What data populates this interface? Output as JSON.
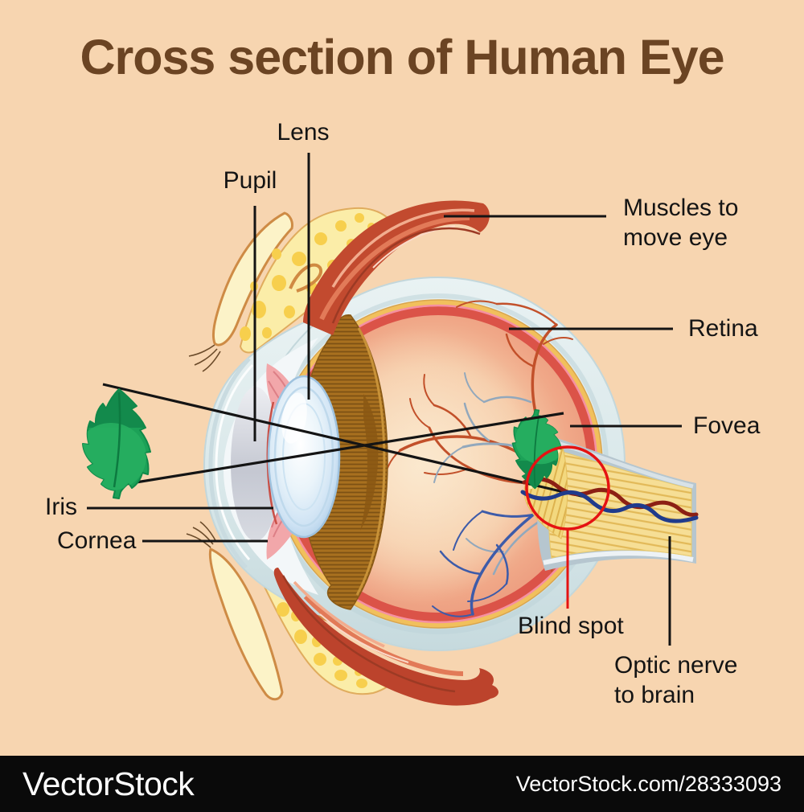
{
  "title": "Cross section of Human Eye",
  "labels": {
    "lens": "Lens",
    "pupil": "Pupil",
    "muscles": "Muscles to move eye",
    "retina": "Retina",
    "fovea": "Fovea",
    "iris": "Iris",
    "cornea": "Cornea",
    "blind_spot": "Blind spot",
    "optic_nerve": "Optic nerve to brain"
  },
  "footer": {
    "brand": "VectorStock",
    "credit": "VectorStock.com/28333093"
  },
  "colors": {
    "bg": "#F7D5B0",
    "title-text": "#6B4423",
    "label-text": "#141414",
    "line": "#141414",
    "footer-bg": "#0A0A0A",
    "footer-text": "#FFFFFF",
    "blind-red": "#E51212",
    "leaf-green": "#1CA157",
    "sclera": "#DCE9EB",
    "choroid-yellow": "#F1C05C",
    "retina-red": "#DB5348",
    "vessel-orange": "#C2502A",
    "vessel-blue": "#3D5BA9",
    "muscle-red": "#C24A2F",
    "gland-yellow": "#FBEDA8",
    "nerve-yellow": "#F6DE95",
    "lens-blue": "#BCDAF0",
    "iris-pink": "#F2A7AA",
    "ciliary-brown": "#A8701F"
  }
}
